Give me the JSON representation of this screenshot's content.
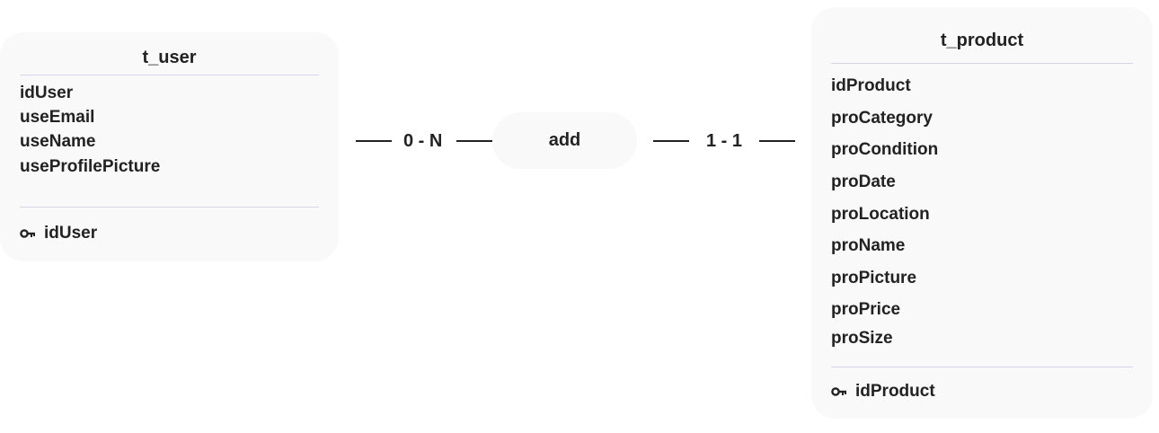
{
  "entities": {
    "user": {
      "name": "t_user",
      "fields": [
        "idUser",
        "useEmail",
        "useName",
        "useProfilePicture"
      ],
      "key": "idUser"
    },
    "product": {
      "name": "t_product",
      "fields": [
        "idProduct",
        "proCategory",
        "proCondition",
        "proDate",
        "proLocation",
        "proName",
        "proPicture",
        "proPrice",
        "proSize"
      ],
      "key": "idProduct"
    }
  },
  "relation": {
    "name": "add",
    "left_cardinality": "0 - N",
    "right_cardinality": "1 - 1"
  },
  "colors": {
    "box_fill": "#f9f9fa",
    "divider": "#d6d3ea",
    "text": "#222222"
  },
  "icons": {
    "key": "key-icon"
  }
}
